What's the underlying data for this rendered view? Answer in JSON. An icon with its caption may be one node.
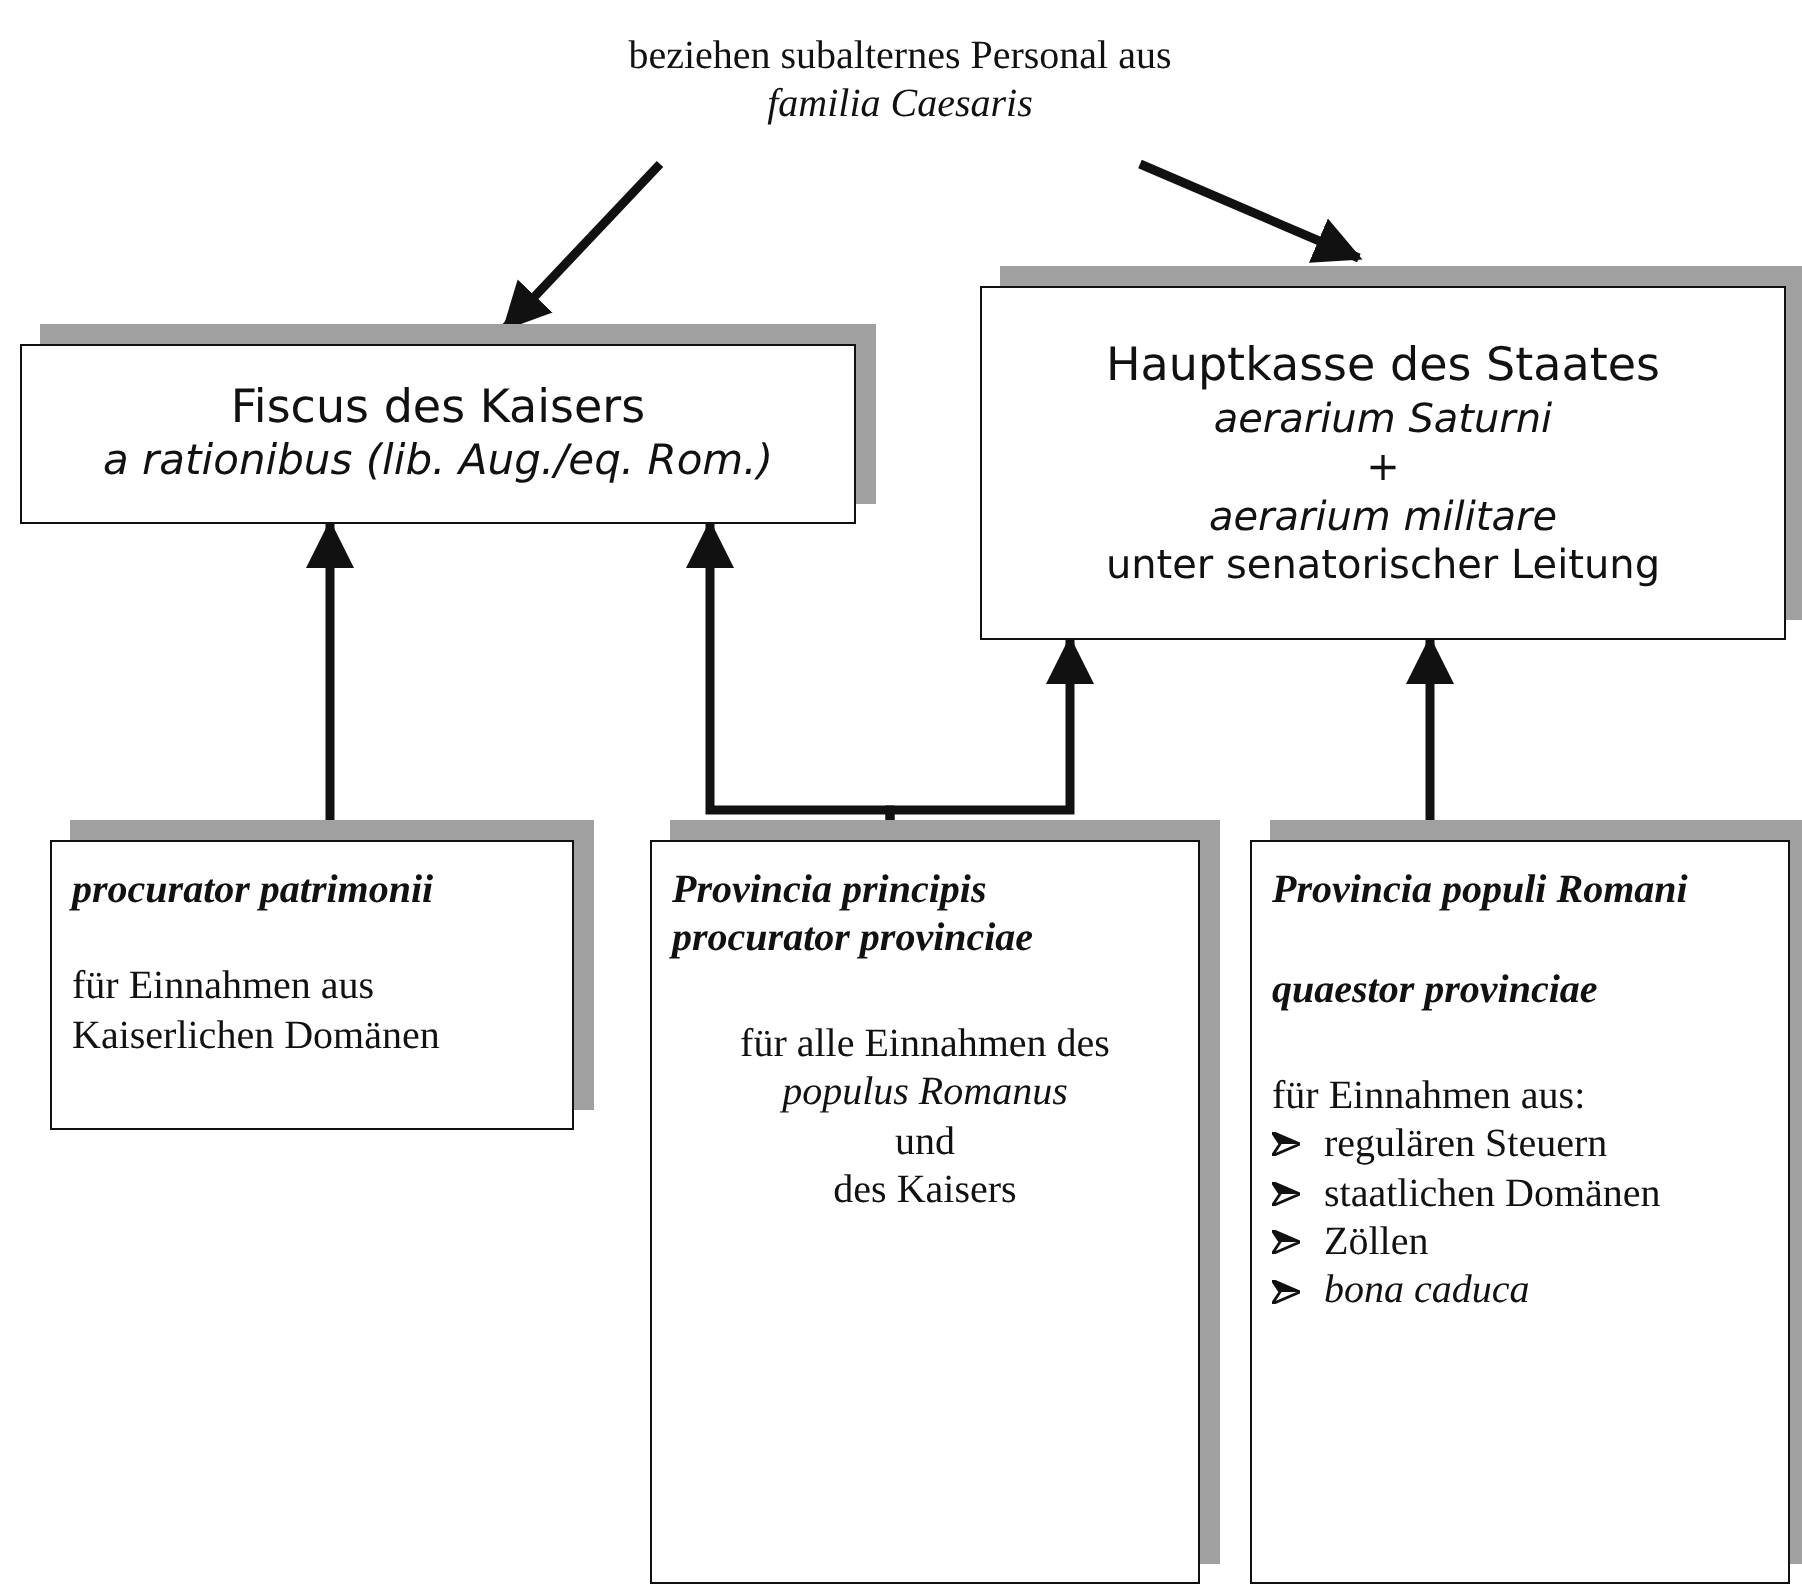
{
  "diagram": {
    "nodes": [
      {
        "text": [
          "beziehen subalternes Personal aus",
          "familia Caesaris"
        ]
      },
      {
        "text": [
          "Fiscus des Kaisers",
          "a rationibus (lib. Aug./eq. Rom.)"
        ]
      },
      {
        "text": [
          "Hauptkasse des Staates",
          "aerarium Saturni",
          "+",
          "aerarium militare",
          "unter senatorischer Leitung"
        ]
      },
      {
        "text": [
          "procurator patrimonii",
          "für Einnahmen aus Kaiserlichen Domänen"
        ]
      },
      {
        "text": [
          "Provincia principis",
          "procurator provinciae",
          "für alle Einnahmen des",
          "populus Romanus",
          "und",
          "des Kaisers"
        ]
      },
      {
        "text": [
          "Provincia populi Romani",
          "quaestor provinciae",
          "für Einnahmen aus:",
          "regulären Steuern",
          "staatlichen Domänen",
          "Zöllen",
          "bona caduca"
        ]
      }
    ],
    "edges": [
      {
        "from": 0,
        "to": 1,
        "arrow": "to"
      },
      {
        "from": 0,
        "to": 2,
        "arrow": "to"
      },
      {
        "from": 3,
        "to": 1,
        "arrow": "to"
      },
      {
        "from": 4,
        "to": 1,
        "arrow": "to"
      },
      {
        "from": 4,
        "to": 2,
        "arrow": "to"
      },
      {
        "from": 5,
        "to": 2,
        "arrow": "to"
      }
    ]
  }
}
